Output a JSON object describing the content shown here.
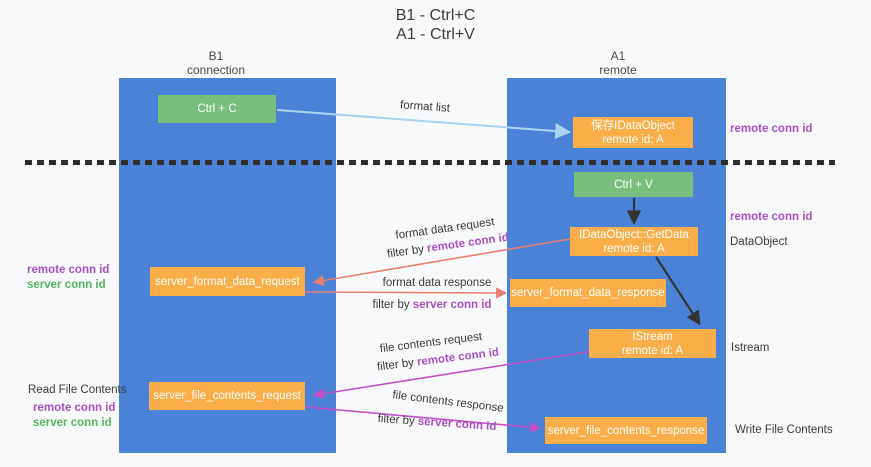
{
  "title": {
    "line1": "B1 - Ctrl+C",
    "line2": "A1 - Ctrl+V"
  },
  "lanes": {
    "left": {
      "title": "B1",
      "subtitle": "connection"
    },
    "right": {
      "title": "A1",
      "subtitle": "remote"
    }
  },
  "nodes": {
    "ctrl_c": {
      "label": "Ctrl + C"
    },
    "save_idataobject": {
      "line1": "保存IDataObject",
      "line2": "remote id: A"
    },
    "ctrl_v": {
      "label": "Ctrl + V"
    },
    "getdata": {
      "line1": "IDataObject::GetData",
      "line2": "remote id: A"
    },
    "server_format_data_request": {
      "label": "server_format_data_request"
    },
    "server_format_data_response": {
      "label": "server_format_data_response"
    },
    "istream": {
      "line1": "IStream",
      "line2": "remote id: A"
    },
    "server_file_contents_request": {
      "label": "server_file_contents_request"
    },
    "server_file_contents_response": {
      "label": "server_file_contents_response"
    }
  },
  "edge_labels": {
    "format_list": "format list",
    "format_data_request": "format data request",
    "format_data_response": "format data response",
    "file_contents_request": "file contents request",
    "file_contents_response": "file contents response",
    "filter_by": "filter by",
    "remote_conn_id": "remote conn id",
    "server_conn_id": "server conn id"
  },
  "annotations": {
    "remote_conn_id_right_top": "remote conn id",
    "remote_conn_id_right_mid": "remote conn id",
    "dataobject": "DataObject",
    "istream": "Istream",
    "write_file_contents": "Write File Contents",
    "read_file_contents": "Read File Contents",
    "remote_conn_id_left_mid": "remote conn id",
    "server_conn_id_left_mid": "server conn id",
    "remote_conn_id_left_bottom": "remote conn id",
    "server_conn_id_left_bottom": "server conn id"
  },
  "colors": {
    "lane_blue": "#4A82D7",
    "node_green": "#79BF7C",
    "node_orange": "#FAAE4A",
    "arrow_lightblue": "#A9D3F1",
    "arrow_salmon": "#E87E72",
    "arrow_magenta": "#C251C8",
    "arrow_black": "#333333",
    "text_purple": "#A651C3",
    "text_green": "#53B45F"
  }
}
